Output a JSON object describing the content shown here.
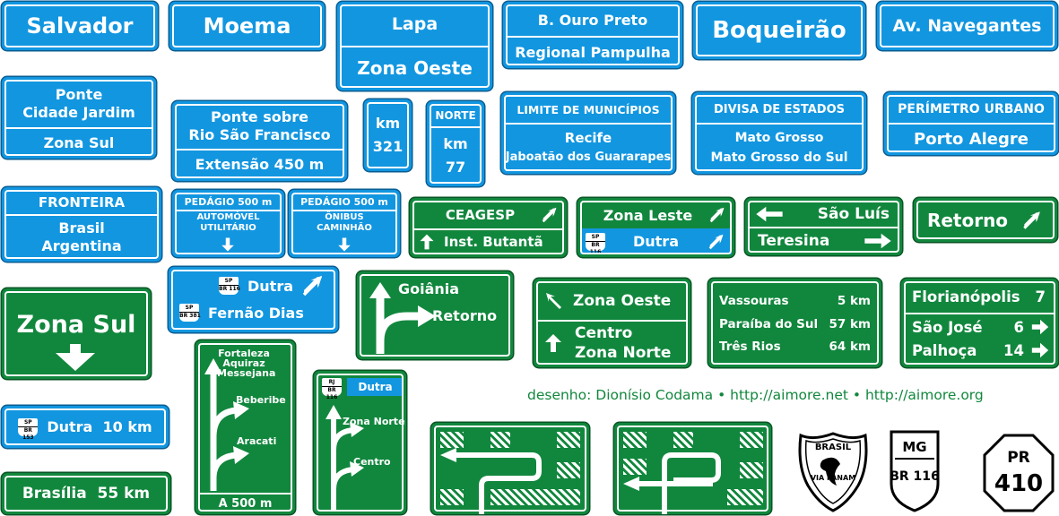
{
  "signs": {
    "salvador": "Salvador",
    "moema": "Moema",
    "lapa": "Lapa",
    "zona_oeste": "Zona Oeste",
    "ouro_preto": "B. Ouro Preto",
    "pampulha": "Regional Pampulha",
    "boqueirao": "Boqueirão",
    "navegantes": "Av. Navegantes",
    "ponte": "Ponte",
    "cidade_jardim": "Cidade Jardim",
    "zona_sul": "Zona Sul",
    "ponte_sobre": "Ponte sobre",
    "rio_sf": "Rio São Francisco",
    "extensao": "Extensão 450 m",
    "km": "km",
    "km321": "321",
    "norte": "NORTE",
    "km_b": "km",
    "km77": "77",
    "limite": "LIMITE DE MUNICÍPIOS",
    "recife": "Recife",
    "jaboatao": "Jaboatão dos Guararapes",
    "divisa": "DIVISA DE ESTADOS",
    "mt": "Mato Grosso",
    "ms": "Mato Grosso do Sul",
    "perimetro": "PERÍMETRO URBANO",
    "poa": "Porto Alegre",
    "fronteira": "FRONTEIRA",
    "brasil": "Brasil",
    "argentina": "Argentina",
    "pedagio1": "PEDÁGIO 500 m",
    "automovel": "AUTOMÓVEL",
    "utilitario": "UTILITÁRIO",
    "pedagio2": "PEDÁGIO 500 m",
    "onibus": "ÔNIBUS",
    "caminhao": "CAMINHÃO",
    "ceagesp": "CEAGESP",
    "butanta": "Inst. Butantã",
    "zona_leste": "Zona Leste",
    "dutra_a": "Dutra",
    "sao_luis": "São Luís",
    "teresina": "Teresina",
    "retorno": "Retorno",
    "zona_sul_big": "Zona Sul",
    "dutra_b": "Dutra",
    "fernao": "Fernão Dias",
    "goiania": "Goiânia",
    "retorno2": "Retorno",
    "zona_oeste2": "Zona Oeste",
    "centro": "Centro",
    "zona_norte": "Zona Norte",
    "vassouras": "Vassouras",
    "v5": "5 km",
    "paraiba": "Paraíba do Sul",
    "p57": "57 km",
    "tres_rios": "Três Rios",
    "t64": "64 km",
    "floripa": "Florianópolis",
    "f7": "7",
    "sao_jose": "São José",
    "s6": "6",
    "palhoca": "Palhoça",
    "p14": "14",
    "fortaleza": "Fortaleza",
    "aquiraz": "Aquiraz",
    "messejana": "Messejana",
    "beberibe": "Beberibe",
    "aracati": "Aracati",
    "a500": "A 500 m",
    "dutra_c": "Dutra",
    "zona_norte2": "Zona Norte",
    "centro2": "Centro",
    "dutra_km": "Dutra  10 km",
    "brasilia": "Brasília  55 km"
  },
  "shields": {
    "sp": "SP",
    "br116": "BR 116",
    "br381": "BR 381",
    "rj": "RJ",
    "br153": "BR 153",
    "brasil": "BRASIL",
    "via_panam": "VIA PANAM",
    "mg": "MG",
    "mg_br": "BR 116",
    "pr": "PR",
    "pr410": "410"
  },
  "credit": "desenho: Dionísio Codama • http://aimore.net • http://aimore.org",
  "colors": {
    "blue": "#1296e0",
    "green": "#11873d"
  }
}
